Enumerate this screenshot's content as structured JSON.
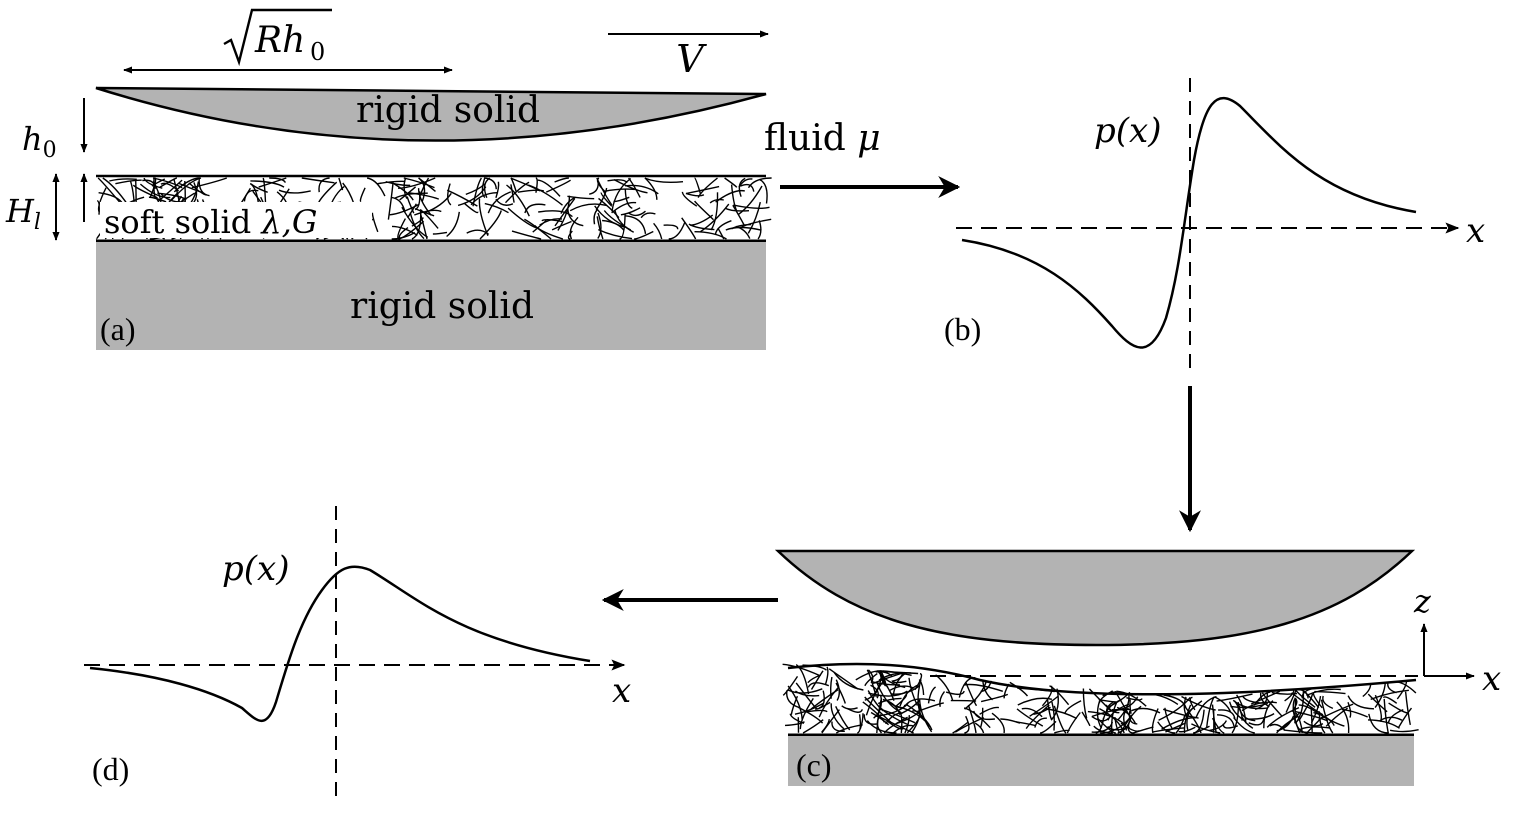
{
  "colors": {
    "solid_fill": "#b3b3b3",
    "ink": "#000000",
    "background": "#ffffff"
  },
  "labels": {
    "sqrt_rh0_rad": "√",
    "sqrt_rh0_body": "Rh",
    "sqrt_rh0_sub": "0",
    "velocity": "V",
    "rigid_top": "rigid solid",
    "rigid_bottom": "rigid solid",
    "h0_main": "h",
    "h0_sub": "0",
    "hl_main": "H",
    "hl_sub": "l",
    "soft_solid": "soft solid ",
    "soft_params": "λ,G",
    "fluid_word": "fluid ",
    "fluid_mu": "μ",
    "p_b": "p(x)",
    "x_b": "x",
    "p_d": "p(x)",
    "x_d": "x",
    "z_c": "z",
    "x_c": "x"
  },
  "panels": {
    "a": "(a)",
    "b": "(b)",
    "c": "(c)",
    "d": "(d)"
  },
  "icons": {
    "arrow_a_to_b": "right-arrow-icon",
    "arrow_b_to_c": "down-arrow-icon",
    "arrow_c_to_d": "left-arrow-icon"
  }
}
